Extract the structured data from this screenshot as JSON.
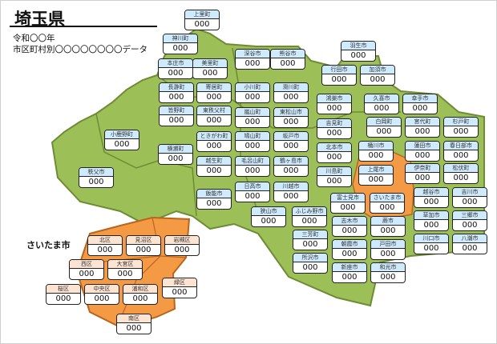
{
  "header": {
    "title": "埼玉県",
    "line1": "令和〇〇年",
    "line2": "市区町村別〇〇〇〇〇〇〇〇データ"
  },
  "saitama_label": "さいたま市",
  "colors": {
    "green": "#9dbf57",
    "green_border": "#6d8c33",
    "orange": "#f49a45",
    "orange_border": "#b8661e",
    "header_blue": "#cfeafd",
    "header_peach": "#fde3d2"
  },
  "municipalities": [
    {
      "name": "上里町",
      "value": "000"
    },
    {
      "name": "神川町",
      "value": "000"
    },
    {
      "name": "本庄市",
      "value": "000"
    },
    {
      "name": "美里町",
      "value": "000"
    },
    {
      "name": "深谷市",
      "value": "000"
    },
    {
      "name": "熊谷市",
      "value": "000"
    },
    {
      "name": "長瀞町",
      "value": "000"
    },
    {
      "name": "寄居町",
      "value": "000"
    },
    {
      "name": "小川町",
      "value": "000"
    },
    {
      "name": "滑川町",
      "value": "000"
    },
    {
      "name": "皆野町",
      "value": "000"
    },
    {
      "name": "東秩父村",
      "value": "000"
    },
    {
      "name": "嵐山町",
      "value": "000"
    },
    {
      "name": "東松山市",
      "value": "000"
    },
    {
      "name": "ときがわ町",
      "value": "000"
    },
    {
      "name": "鳩山町",
      "value": "000"
    },
    {
      "name": "坂戸市",
      "value": "000"
    },
    {
      "name": "横瀬町",
      "value": "000"
    },
    {
      "name": "越生町",
      "value": "000"
    },
    {
      "name": "毛呂山町",
      "value": "000"
    },
    {
      "name": "鶴ヶ島市",
      "value": "000"
    },
    {
      "name": "日高市",
      "value": "000"
    },
    {
      "name": "川越市",
      "value": "000"
    },
    {
      "name": "飯能市",
      "value": "000"
    },
    {
      "name": "狭山市",
      "value": "000"
    },
    {
      "name": "ふじみ野市",
      "value": "000"
    },
    {
      "name": "小鹿野町",
      "value": "000"
    },
    {
      "name": "秩父市",
      "value": "000"
    },
    {
      "name": "羽生市",
      "value": "000"
    },
    {
      "name": "行田市",
      "value": "000"
    },
    {
      "name": "加須市",
      "value": "000"
    },
    {
      "name": "鴻巣市",
      "value": "000"
    },
    {
      "name": "久喜市",
      "value": "000"
    },
    {
      "name": "幸手市",
      "value": "000"
    },
    {
      "name": "吉見町",
      "value": "000"
    },
    {
      "name": "白岡町",
      "value": "000"
    },
    {
      "name": "宮代町",
      "value": "000"
    },
    {
      "name": "杉戸町",
      "value": "000"
    },
    {
      "name": "北本市",
      "value": "000"
    },
    {
      "name": "桶川市",
      "value": "000"
    },
    {
      "name": "蓮田市",
      "value": "000"
    },
    {
      "name": "春日部市",
      "value": "000"
    },
    {
      "name": "川島町",
      "value": "000"
    },
    {
      "name": "上尾市",
      "value": "000"
    },
    {
      "name": "伊奈町",
      "value": "000"
    },
    {
      "name": "松伏町",
      "value": "000"
    },
    {
      "name": "富士見市",
      "value": "000"
    },
    {
      "name": "さいたま市",
      "value": "000"
    },
    {
      "name": "越谷市",
      "value": "000"
    },
    {
      "name": "吉川市",
      "value": "000"
    },
    {
      "name": "草加市",
      "value": "000"
    },
    {
      "name": "三郷市",
      "value": "000"
    },
    {
      "name": "川口市",
      "value": "000"
    },
    {
      "name": "八潮市",
      "value": "000"
    },
    {
      "name": "志木市",
      "value": "000"
    },
    {
      "name": "蕨市",
      "value": "000"
    },
    {
      "name": "三芳町",
      "value": "000"
    },
    {
      "name": "朝霞市",
      "value": "000"
    },
    {
      "name": "戸田市",
      "value": "000"
    },
    {
      "name": "所沢市",
      "value": "000"
    },
    {
      "name": "新座市",
      "value": "000"
    },
    {
      "name": "和光市",
      "value": "000"
    }
  ],
  "wards": [
    {
      "name": "北区",
      "value": "000"
    },
    {
      "name": "見沼区",
      "value": "000"
    },
    {
      "name": "岩槻区",
      "value": "000"
    },
    {
      "name": "西区",
      "value": "000"
    },
    {
      "name": "大宮区",
      "value": "000"
    },
    {
      "name": "桜区",
      "value": "000"
    },
    {
      "name": "中央区",
      "value": "000"
    },
    {
      "name": "浦和区",
      "value": "000"
    },
    {
      "name": "緑区",
      "value": "000"
    },
    {
      "name": "南区",
      "value": "000"
    }
  ]
}
